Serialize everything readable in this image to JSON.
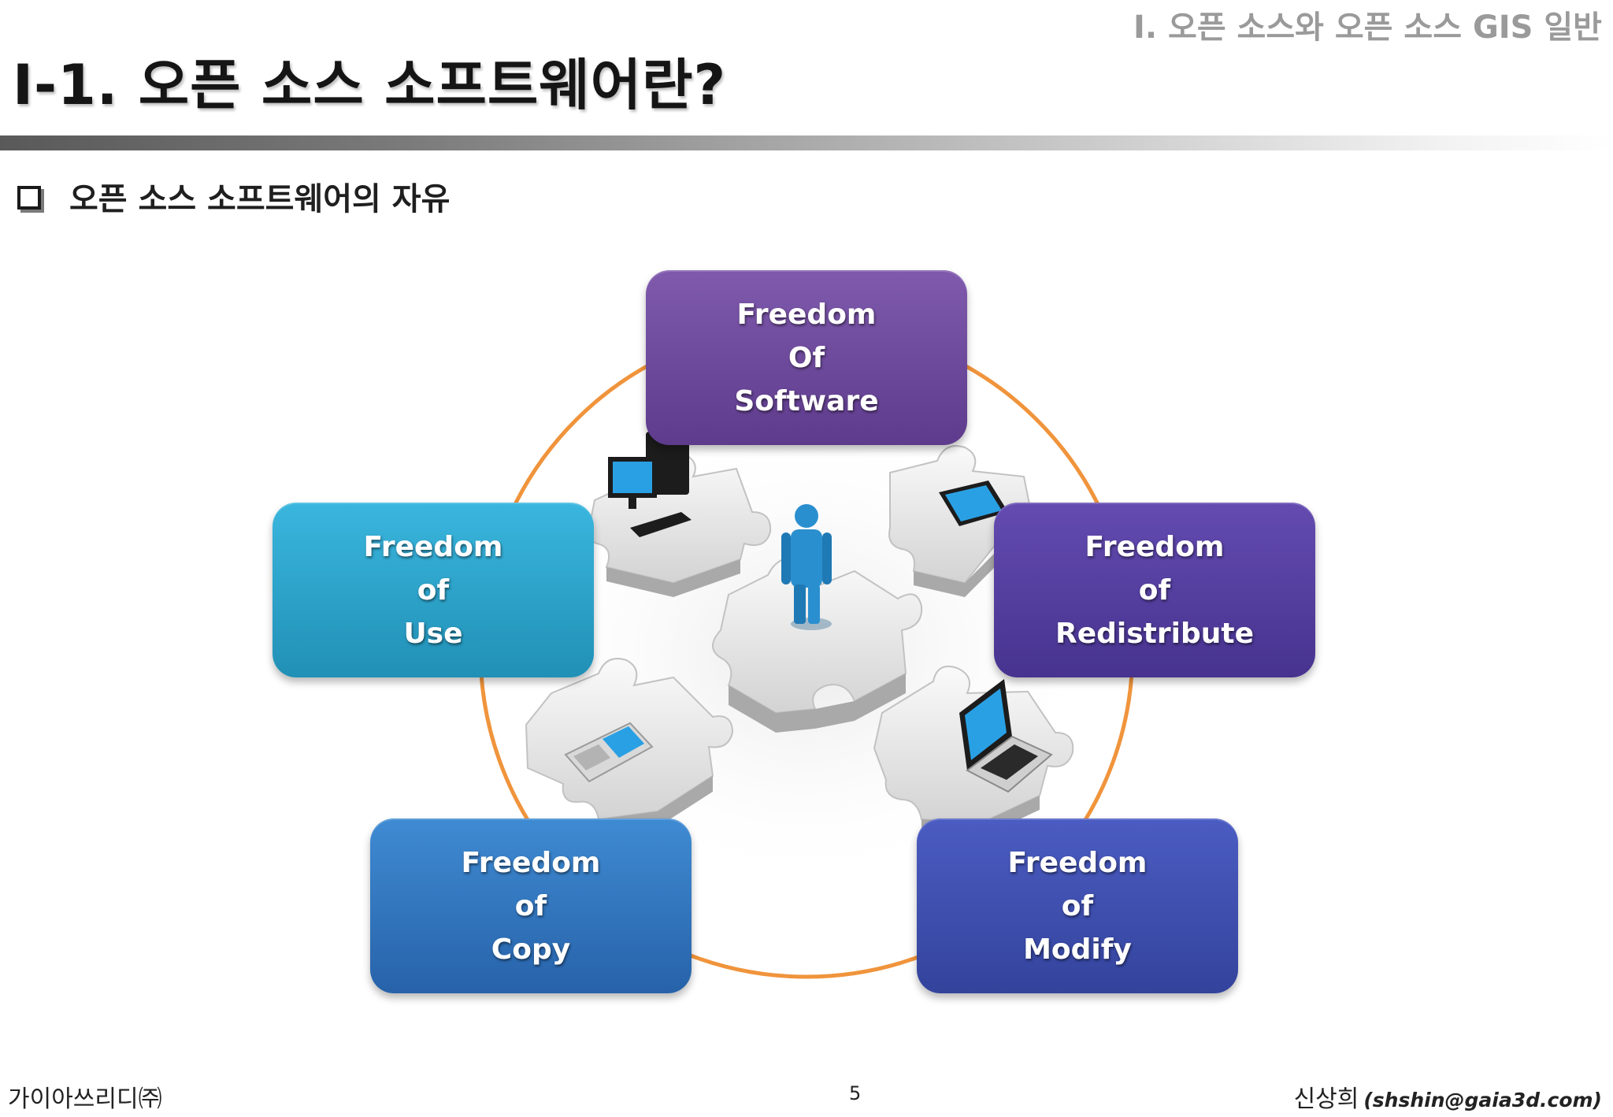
{
  "header": {
    "section_label": "I. 오픈 소스와 오픈 소스 GIS 일반",
    "title": "I-1. 오픈 소스 소프트웨어란?"
  },
  "bullet": {
    "text": "오픈 소스 소프트웨어의 자유"
  },
  "diagram": {
    "nodes": [
      {
        "label": "Freedom\nOf\nSoftware",
        "color": "#6f4b9e"
      },
      {
        "label": "Freedom\nof\nUse",
        "color": "#2ea5cf"
      },
      {
        "label": "Freedom\nof\nRedistribute",
        "color": "#5540a0"
      },
      {
        "label": "Freedom\nof\nCopy",
        "color": "#3479c0"
      },
      {
        "label": "Freedom\nof\nModify",
        "color": "#3f4fb0"
      }
    ],
    "ring_color": "#f0943c",
    "illustration_icons": [
      "desktop-computer-icon",
      "tablet-icon",
      "person-icon",
      "mobile-phone-icon",
      "laptop-icon"
    ]
  },
  "footer": {
    "company": "가이아쓰리디㈜",
    "page_number": "5",
    "author": "신상희",
    "email": "(shshin@gaia3d.com)"
  }
}
